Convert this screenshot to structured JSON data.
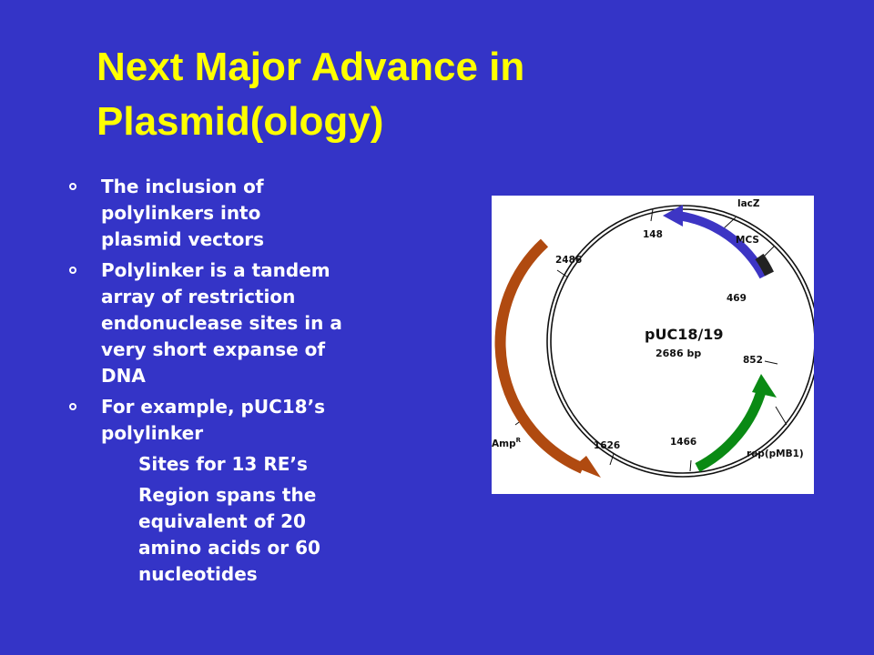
{
  "slide": {
    "background_color": "#3434c7",
    "title_color": "#ffff00",
    "title_lines": [
      "Next Major Advance in",
      "Plasmid(ology)"
    ],
    "bullets": [
      {
        "lines": [
          "The inclusion of",
          "polylinkers into",
          "plasmid vectors"
        ]
      },
      {
        "lines": [
          "Polylinker is a tandem",
          "array of restriction",
          "endonuclease sites in a",
          "very short expanse of",
          "DNA"
        ]
      },
      {
        "lines": [
          "For example, pUC18’s",
          "polylinker"
        ],
        "sub_items": [
          {
            "lines": [
              "Sites for 13 RE’s"
            ]
          },
          {
            "lines": [
              "Region spans the",
              "equivalent of 20",
              "amino acids or 60",
              "nucleotides"
            ]
          }
        ]
      }
    ]
  },
  "plasmid_map": {
    "name": "pUC18/19",
    "size_label": "2686 bp",
    "total_bp": 2686,
    "position_labels": [
      "148",
      "469",
      "852",
      "1466",
      "1626",
      "2486"
    ],
    "features": [
      {
        "name": "lacZ",
        "color": "#3d35c4"
      },
      {
        "name": "MCS",
        "color": "#222222"
      },
      {
        "name": "rep(pMB1)",
        "color": "#0a8a14"
      },
      {
        "name": "Amp",
        "superscript": "R",
        "color": "#b04a10"
      }
    ]
  }
}
